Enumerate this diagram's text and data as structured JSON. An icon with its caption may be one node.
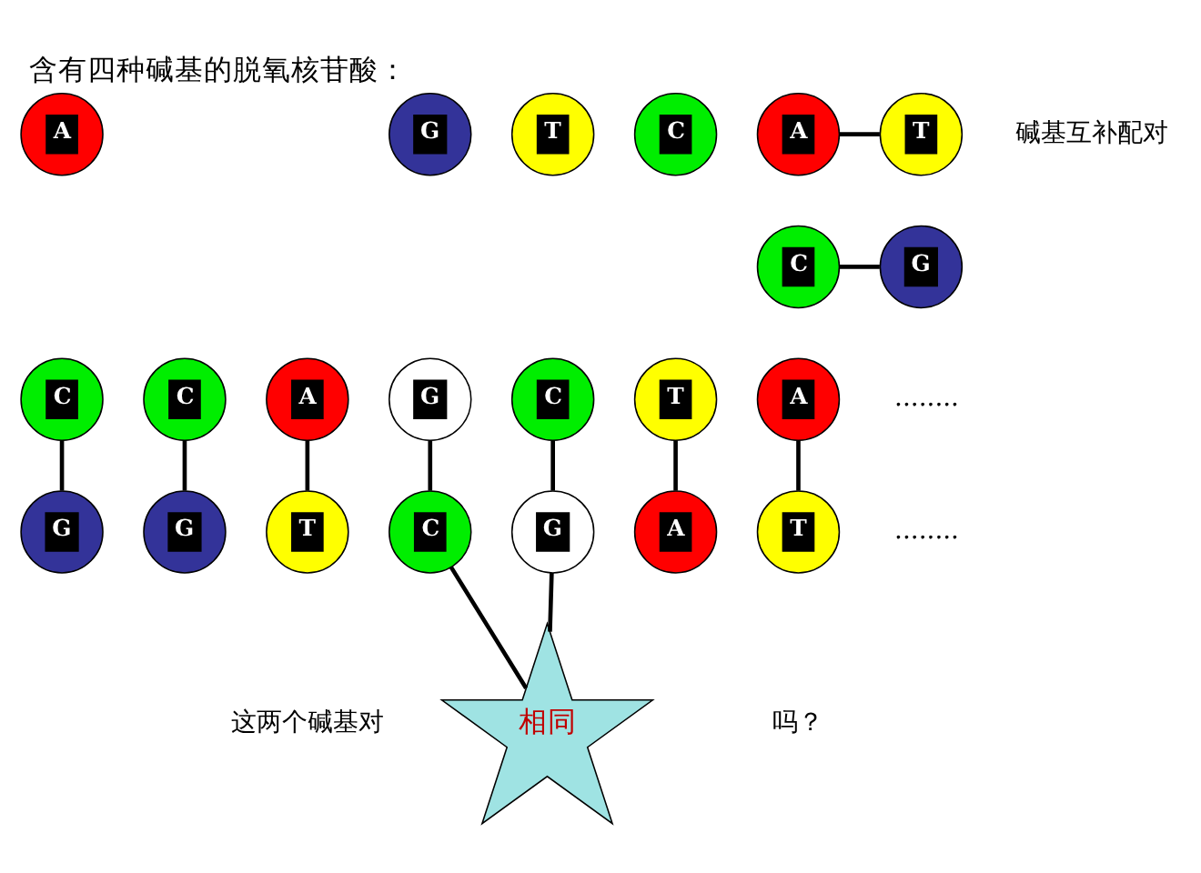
{
  "diagram": {
    "title": "含有四种碱基的脱氧核苷酸：",
    "nodes": [
      {
        "text": [
          "A"
        ]
      },
      {
        "text": [
          "T"
        ]
      },
      {
        "text": [
          "C"
        ]
      },
      {
        "text": [
          "G"
        ]
      },
      {
        "text": [
          "A"
        ]
      },
      {
        "text": [
          "T"
        ]
      },
      {
        "text": [
          "C"
        ]
      },
      {
        "text": [
          "G"
        ]
      },
      {
        "text": [
          "C"
        ]
      },
      {
        "text": [
          "C"
        ]
      },
      {
        "text": [
          "A"
        ]
      },
      {
        "text": [
          "G"
        ]
      },
      {
        "text": [
          "C"
        ]
      },
      {
        "text": [
          "T"
        ]
      },
      {
        "text": [
          "A"
        ]
      },
      {
        "text": [
          "G"
        ]
      },
      {
        "text": [
          "G"
        ]
      },
      {
        "text": [
          "T"
        ]
      },
      {
        "text": [
          "C"
        ]
      },
      {
        "text": [
          "G"
        ]
      },
      {
        "text": [
          "A"
        ]
      },
      {
        "text": [
          "T"
        ]
      },
      {
        "text": [
          "相同"
        ]
      }
    ],
    "edges": [
      {
        "from": 4,
        "to": 5,
        "arrow": "none"
      },
      {
        "from": 6,
        "to": 7,
        "arrow": "none"
      },
      {
        "from": 8,
        "to": 15,
        "arrow": "none"
      },
      {
        "from": 9,
        "to": 16,
        "arrow": "none"
      },
      {
        "from": 10,
        "to": 17,
        "arrow": "none"
      },
      {
        "from": 11,
        "to": 18,
        "arrow": "none"
      },
      {
        "from": 12,
        "to": 19,
        "arrow": "none"
      },
      {
        "from": 13,
        "to": 20,
        "arrow": "none"
      },
      {
        "from": 14,
        "to": 21,
        "arrow": "none"
      },
      {
        "from": 18,
        "to": 22,
        "arrow": "none"
      },
      {
        "from": 19,
        "to": 22,
        "arrow": "none"
      }
    ],
    "labels": [
      "碱基互补配对",
      "........",
      "........",
      "这两个碱基对",
      "吗？"
    ]
  }
}
